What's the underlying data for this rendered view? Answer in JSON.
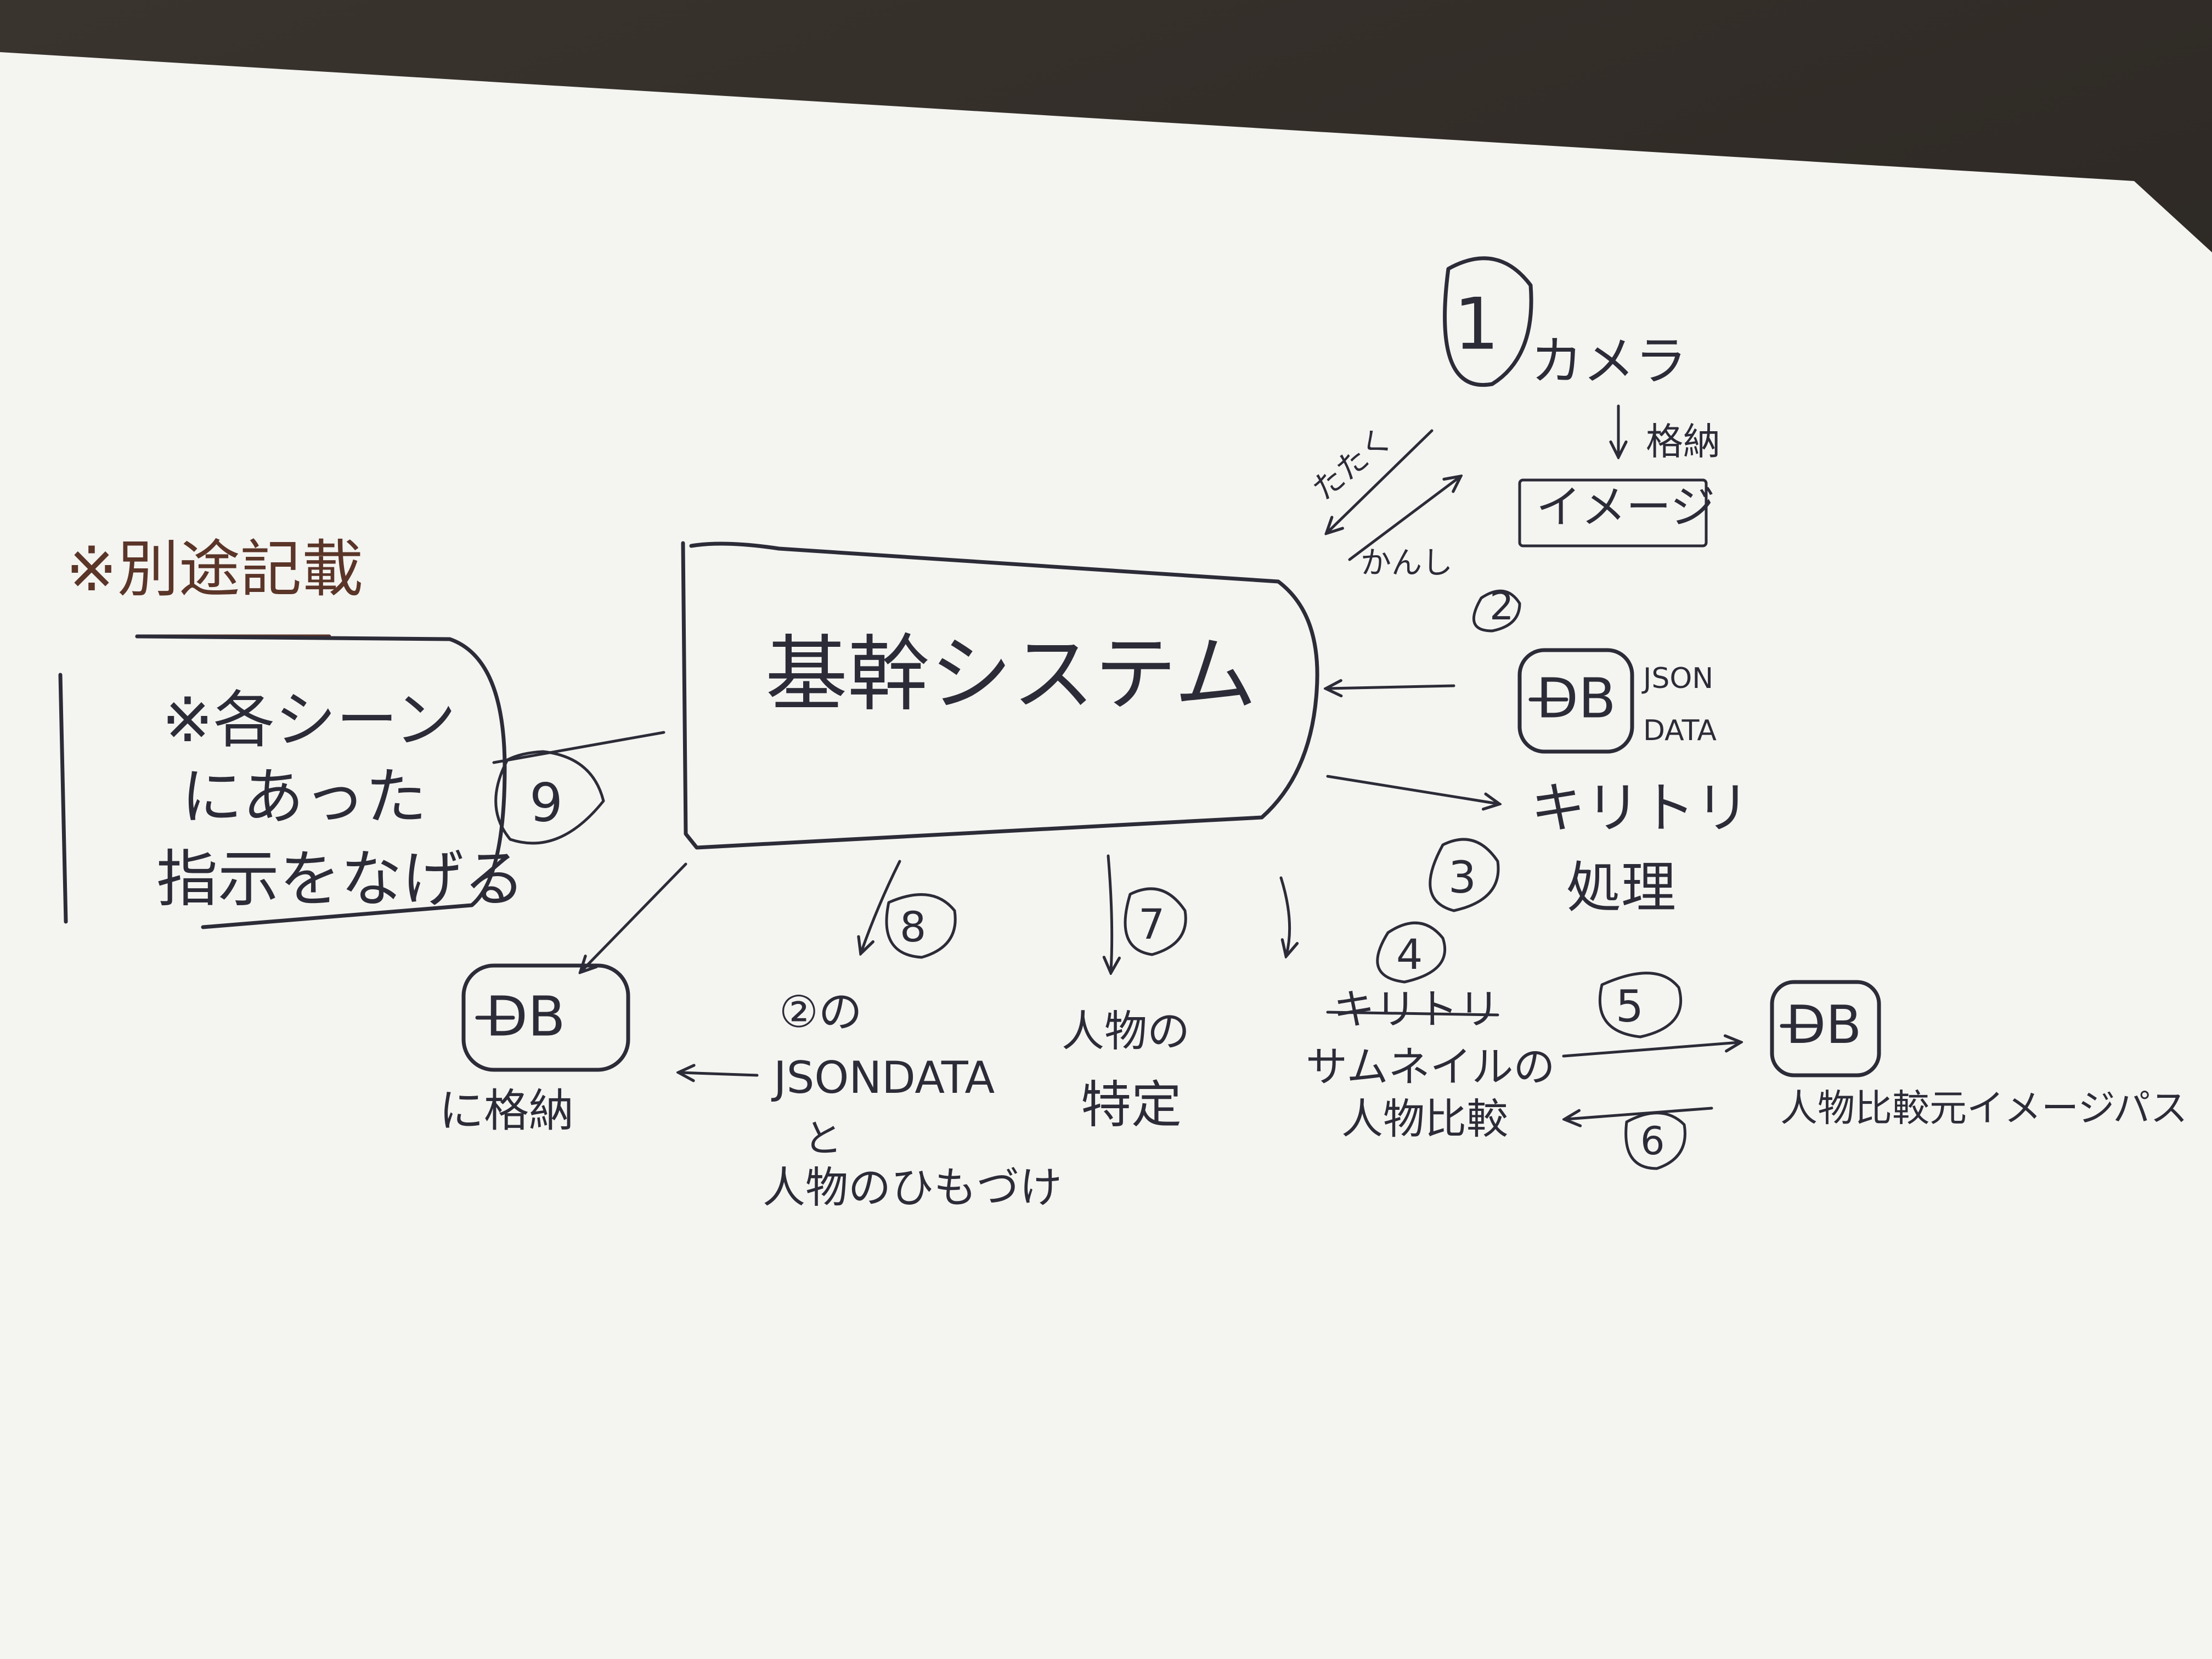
{
  "diagram": {
    "core_system": {
      "label": "基幹システム"
    },
    "step1": {
      "number": "1",
      "label": "カメラ",
      "store_arrow_label": "格納",
      "image_box_label": "イメージ",
      "tap_label": "たたく",
      "complete_label": "かんし"
    },
    "step2": {
      "number": "2",
      "db_label": "DB",
      "json_label_1": "JSON",
      "json_label_2": "DATA"
    },
    "step3": {
      "number": "3",
      "label_1": "キリトリ",
      "label_2": "処理"
    },
    "step4": {
      "number": "4",
      "struck_label": "キリトリ",
      "label_1": "サムネイルの",
      "label_2": "人物比較"
    },
    "step5": {
      "number": "5"
    },
    "step6": {
      "number": "6"
    },
    "person_db": {
      "db_label": "DB",
      "caption": "人物比較元イメージパス"
    },
    "step7": {
      "number": "7",
      "label_1": "人物の",
      "label_2": "特定"
    },
    "step8": {
      "number": "8",
      "label_1": "②の",
      "label_2": "JSONDATA",
      "label_3": "と",
      "label_4": "人物のひもづけ"
    },
    "store_db": {
      "db_label": "DB",
      "caption": "に格納"
    },
    "step9": {
      "number": "9"
    },
    "side_note": {
      "title": "※別途記載",
      "line_1": "※各シーン",
      "line_2": "にあった",
      "line_3": "指示をなげる"
    }
  }
}
